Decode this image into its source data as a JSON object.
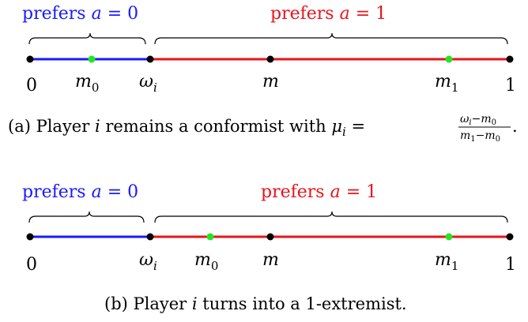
{
  "colors": {
    "blue": "#1a1aff",
    "red": "#e8141c",
    "green": "#22e622",
    "black": "#000000"
  },
  "panel_a": {
    "left_region": {
      "prefix": "prefers ",
      "var": "a",
      "op": " = ",
      "val": "0"
    },
    "right_region": {
      "prefix": "prefers ",
      "var": "a",
      "op": " = ",
      "val": "1"
    },
    "ticks": {
      "zero": "0",
      "m0": "m",
      "m0_sub": "0",
      "omega": "ω",
      "omega_sub": "i",
      "m": "m",
      "m1": "m",
      "m1_sub": "1",
      "one": "1"
    },
    "caption": {
      "prefix": "(a) Player ",
      "player": "i",
      "middle": " remains a conformist with ",
      "mu": "μ",
      "mu_sub": "i",
      "eq": " = ",
      "num_a": "ω",
      "num_a_sub": "i",
      "num_minus": "−",
      "num_b": "m",
      "num_b_sub": "0",
      "den_a": "m",
      "den_a_sub": "1",
      "den_minus": "−",
      "den_b": "m",
      "den_b_sub": "0",
      "end": "."
    }
  },
  "panel_b": {
    "left_region": {
      "prefix": "prefers ",
      "var": "a",
      "op": " = ",
      "val": "0"
    },
    "right_region": {
      "prefix": "prefers ",
      "var": "a",
      "op": " = ",
      "val": "1"
    },
    "ticks": {
      "zero": "0",
      "omega": "ω",
      "omega_sub": "i",
      "m0": "m",
      "m0_sub": "0",
      "m": "m",
      "m1": "m",
      "m1_sub": "1",
      "one": "1"
    },
    "caption": {
      "prefix": "(b) Player ",
      "player": "i",
      "suffix": " turns into a 1-extremist."
    }
  }
}
